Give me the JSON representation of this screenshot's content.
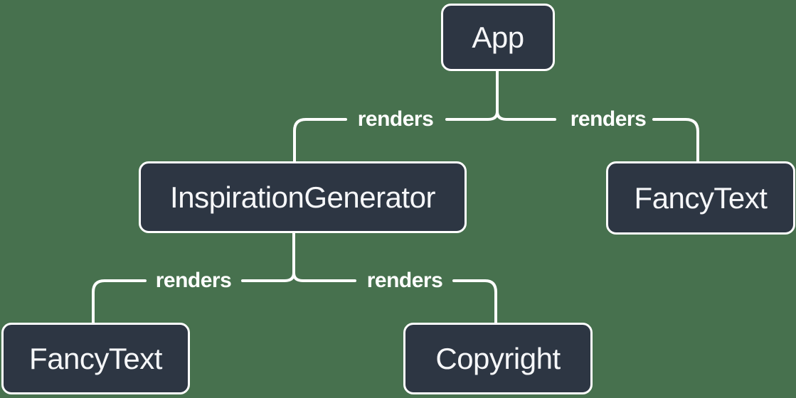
{
  "diagram_type": "component-render-tree",
  "colors": {
    "background": "#47714E",
    "node_fill": "#2D3643",
    "node_border": "#FFFFFF",
    "edge_line": "#FFFFFF",
    "node_text": "#F6F7F9",
    "edge_label_text": "#FFFFFF"
  },
  "nodes": [
    {
      "id": "app",
      "label": "App"
    },
    {
      "id": "inspiration-generator",
      "label": "InspirationGenerator"
    },
    {
      "id": "fancy-text-top",
      "label": "FancyText"
    },
    {
      "id": "fancy-text-bottom",
      "label": "FancyText"
    },
    {
      "id": "copyright",
      "label": "Copyright"
    }
  ],
  "edges": [
    {
      "from": "App",
      "to": "InspirationGenerator",
      "label": "renders"
    },
    {
      "from": "App",
      "to": "FancyText",
      "label": "renders"
    },
    {
      "from": "InspirationGenerator",
      "to": "FancyText",
      "label": "renders"
    },
    {
      "from": "InspirationGenerator",
      "to": "Copyright",
      "label": "renders"
    }
  ]
}
